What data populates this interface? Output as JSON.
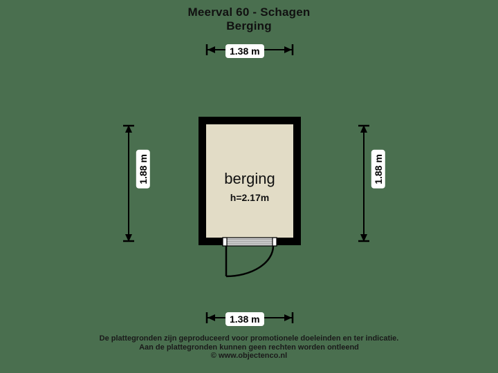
{
  "title": {
    "line1": "Meerval 60 - Schagen",
    "line2": "Berging"
  },
  "dimensions": {
    "top": "1.38 m",
    "bottom": "1.38 m",
    "left": "1.88 m",
    "right": "1.88 m"
  },
  "room": {
    "name": "berging",
    "height_label": "h=2.17m"
  },
  "footer": {
    "line1": "De plattegronden zijn geproduceerd voor promotionele doeleinden en ter indicatie.",
    "line2": "Aan de plattegronden kunnen geen rechten worden ontleend",
    "line3": "© www.objectenco.nl"
  },
  "colors": {
    "background": "#4a6f4f",
    "wall": "#000000",
    "floor": "#e2dcc6",
    "dimension_line": "#000000",
    "label_background": "#ffffff",
    "text": "#111111",
    "door_sill": "#d9d9d9"
  }
}
